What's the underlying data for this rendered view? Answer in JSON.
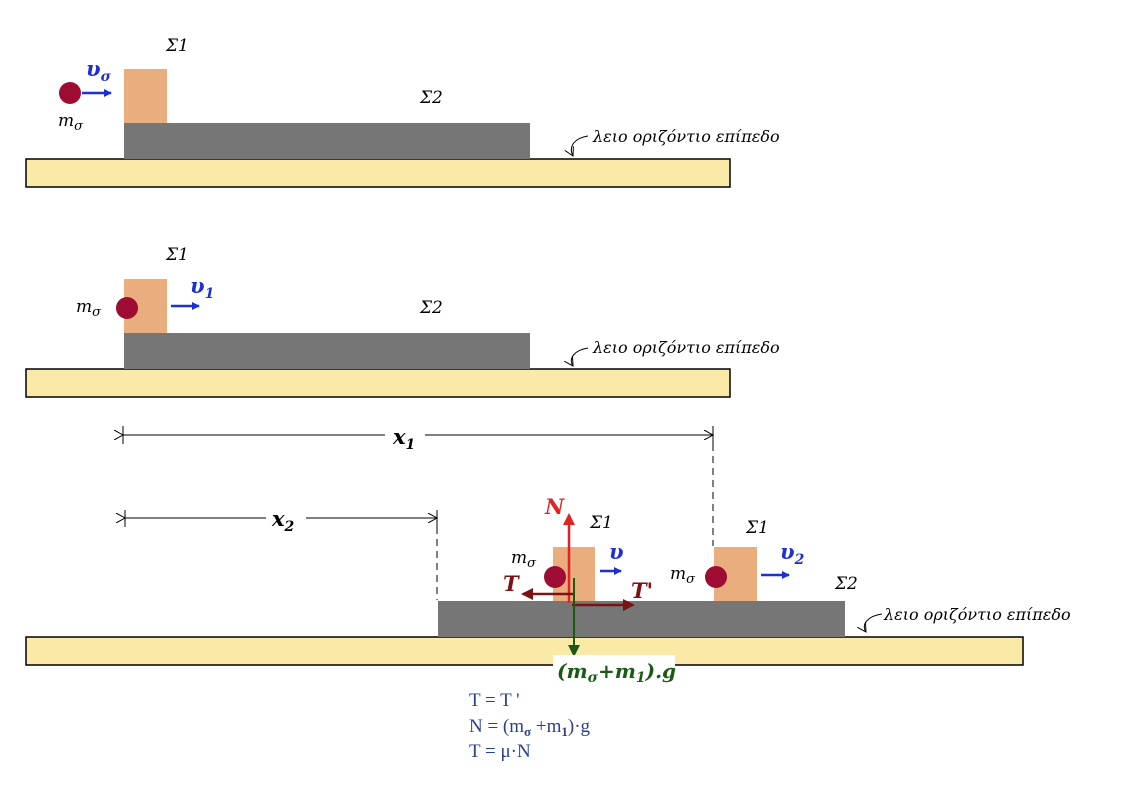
{
  "labels": {
    "sigma1": "Σ1",
    "sigma2": "Σ2",
    "surface": "λειο οριζόντιο επίπεδο",
    "m": "m",
    "sub_sigma": "σ",
    "v": "υ",
    "sub_1": "1",
    "sub_2": "2",
    "x": "x",
    "N": "N",
    "T": "T",
    "T_prime": "T'"
  },
  "weight_label": "(mσ+m1).g",
  "equations": [
    "T = T '",
    "N = (mσ +m1)·g",
    "T = μ·N"
  ],
  "colors": {
    "ground": "#fbe9a8",
    "slab": "#767676",
    "block": "#e9ad7e",
    "ball": "#9e0c34",
    "velocity": "#1f2fd6",
    "normal_force": "#e02424",
    "friction": "#7a1414",
    "weight": "#1a5a14",
    "equations": "#2a3f8f"
  }
}
